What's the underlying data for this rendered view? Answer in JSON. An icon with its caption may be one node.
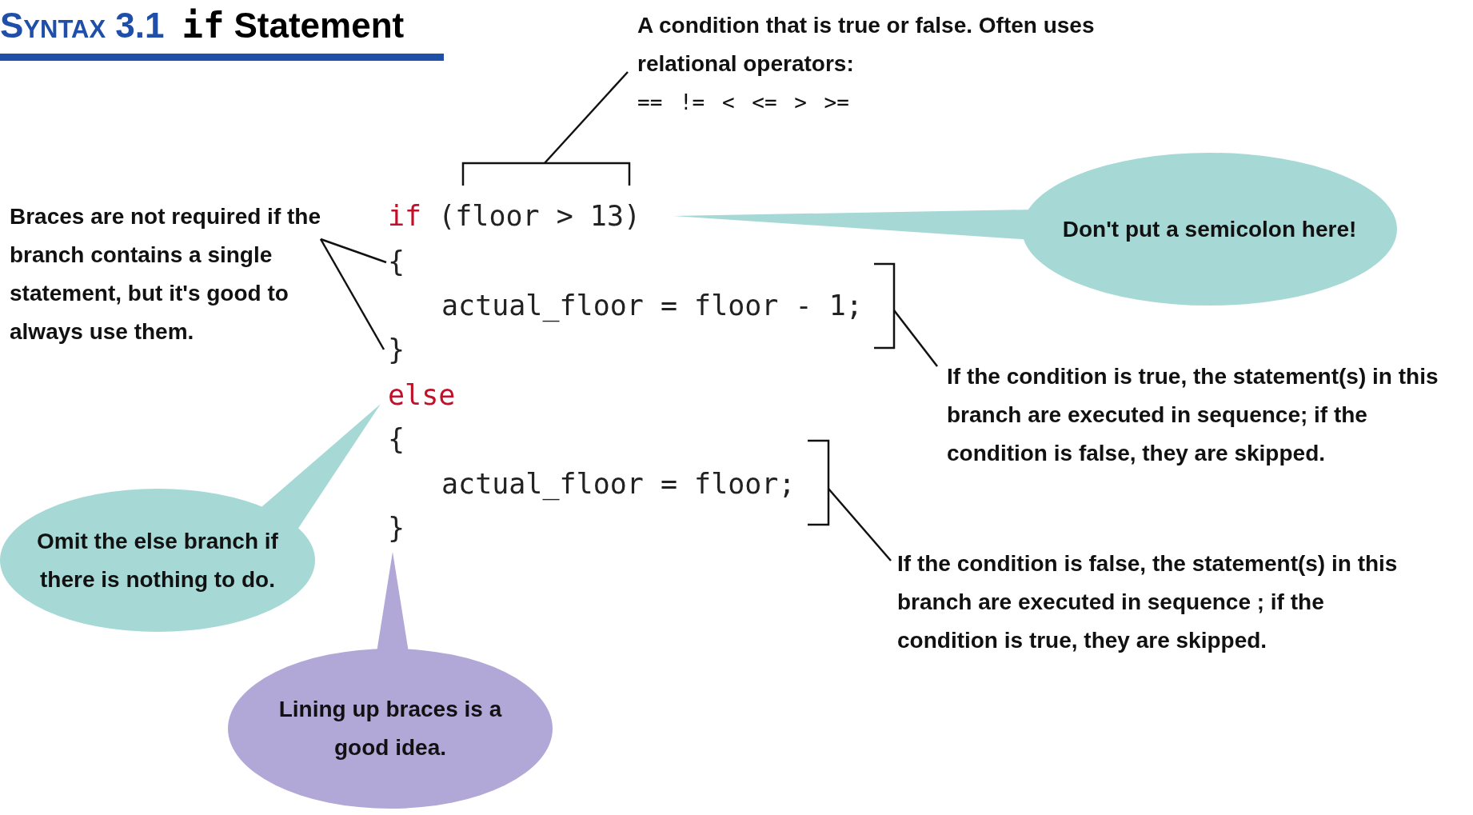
{
  "diagram": {
    "title": "Syntax 3.1 if Statement",
    "nodes": [
      {
        "text": [
          "A condition that is true or false. Often uses relational operators:",
          "== != < <= > >="
        ]
      },
      {
        "text": [
          "Braces are not required if the branch contains a single statement, but it's good to always use them."
        ]
      },
      {
        "text": [
          "if (floor > 13)"
        ]
      },
      {
        "text": [
          "Don't put a semicolon here!"
        ]
      },
      {
        "text": [
          "{"
        ]
      },
      {
        "text": [
          "actual_floor = floor - 1;"
        ]
      },
      {
        "text": [
          "}"
        ]
      },
      {
        "text": [
          "If the condition is true, the statement(s) in this branch are executed in sequence; if the condition is false, they are skipped."
        ]
      },
      {
        "text": [
          "else"
        ]
      },
      {
        "text": [
          "{"
        ]
      },
      {
        "text": [
          "actual_floor = floor;"
        ]
      },
      {
        "text": [
          "}"
        ]
      },
      {
        "text": [
          "Omit the else branch if there is nothing to do."
        ]
      },
      {
        "text": [
          "If the condition is false, the statement(s) in this branch are executed in sequence ; if the condition is true, they are skipped."
        ]
      },
      {
        "text": [
          "Lining up braces is a good idea."
        ]
      }
    ],
    "edges": [
      {
        "from": 0,
        "to": 2,
        "arrow": "none"
      },
      {
        "from": 1,
        "to": 4,
        "arrow": "none"
      },
      {
        "from": 1,
        "to": 6,
        "arrow": "none"
      },
      {
        "from": 3,
        "to": 2,
        "arrow": "none"
      },
      {
        "from": 7,
        "to": 5,
        "arrow": "none"
      },
      {
        "from": 13,
        "to": 10,
        "arrow": "none"
      },
      {
        "from": 12,
        "to": 8,
        "arrow": "none"
      },
      {
        "from": 14,
        "to": 11,
        "arrow": "none"
      }
    ]
  }
}
